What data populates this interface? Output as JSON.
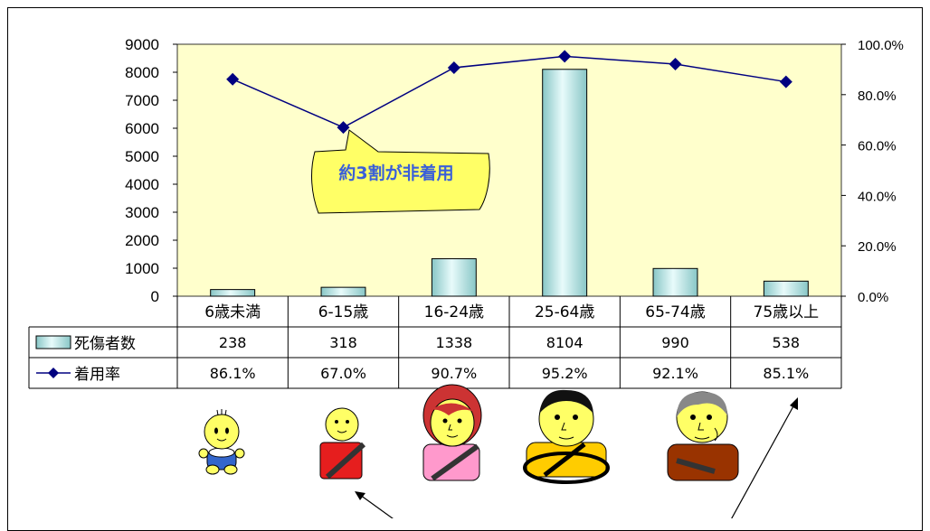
{
  "chart_data": {
    "type": "bar",
    "categories": [
      "6歳未満",
      "6-15歳",
      "16-24歳",
      "25-64歳",
      "65-74歳",
      "75歳以上"
    ],
    "series": [
      {
        "name": "死傷者数",
        "type": "bar",
        "axis": "left",
        "values": [
          238,
          318,
          1338,
          8104,
          990,
          538
        ],
        "labels": [
          "238",
          "318",
          "1338",
          "8104",
          "990",
          "538"
        ]
      },
      {
        "name": "着用率",
        "type": "line",
        "axis": "right",
        "values": [
          86.1,
          67.0,
          90.7,
          95.2,
          92.1,
          85.1
        ],
        "labels": [
          "86.1%",
          "67.0%",
          "90.7%",
          "95.2%",
          "92.1%",
          "85.1%"
        ]
      }
    ],
    "y_left": {
      "min": 0,
      "max": 9000,
      "step": 1000,
      "ticks": [
        "0",
        "1000",
        "2000",
        "3000",
        "4000",
        "5000",
        "6000",
        "7000",
        "8000",
        "9000"
      ]
    },
    "y_right": {
      "min": 0,
      "max": 100,
      "step": 20,
      "ticks": [
        "0.0%",
        "20.0%",
        "40.0%",
        "60.0%",
        "80.0%",
        "100.0%"
      ]
    },
    "grid": false,
    "legend": "data-table",
    "annotation": {
      "text": "約3割が非着用",
      "points_to": "6-15歳"
    }
  },
  "colors": {
    "plot_bg": "#ffffcc",
    "bar_fill_light": "#e8fbfb",
    "bar_fill_dark": "#88c6c6",
    "line": "#000080",
    "marker": "#000080",
    "callout_fill": "#ffff66",
    "callout_text": "#3a5fd8"
  },
  "illustrations": [
    "baby-figure",
    "child-figure",
    "young-woman-figure",
    "adult-driver-figure",
    "elderly-man-figure"
  ]
}
